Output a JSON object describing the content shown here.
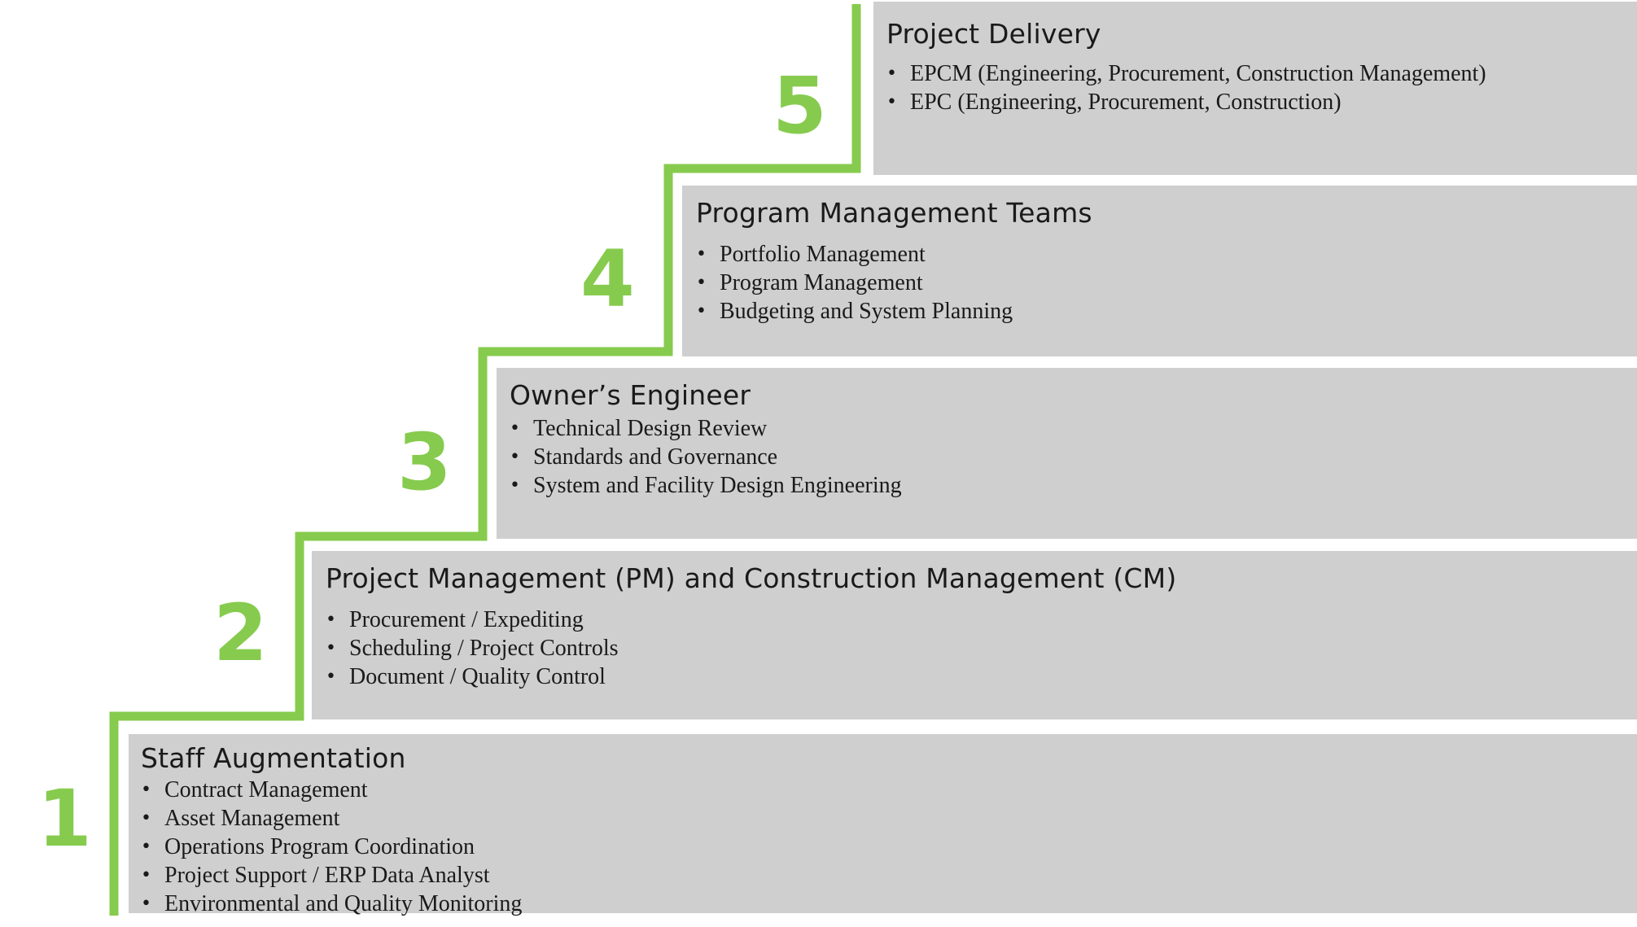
{
  "accent_color": "#86cb4e",
  "box_color": "#d0cfd0",
  "steps": [
    {
      "number": "1",
      "title": "Staff Augmentation",
      "items": [
        "Contract Management",
        "Asset Management",
        "Operations Program Coordination",
        "Project Support / ERP Data Analyst",
        "Environmental and Quality Monitoring"
      ]
    },
    {
      "number": "2",
      "title": "Project Management (PM) and Construction Management (CM)",
      "items": [
        "Procurement / Expediting",
        "Scheduling / Project Controls",
        "Document / Quality Control"
      ]
    },
    {
      "number": "3",
      "title": "Owner’s Engineer",
      "items": [
        "Technical Design Review",
        "Standards and Governance",
        "System and Facility Design Engineering"
      ]
    },
    {
      "number": "4",
      "title": "Program Management Teams",
      "items": [
        "Portfolio Management",
        "Program Management",
        "Budgeting and System Planning"
      ]
    },
    {
      "number": "5",
      "title": "Project Delivery",
      "items": [
        "EPCM (Engineering, Procurement, Construction Management)",
        "EPC (Engineering, Procurement, Construction)"
      ]
    }
  ]
}
